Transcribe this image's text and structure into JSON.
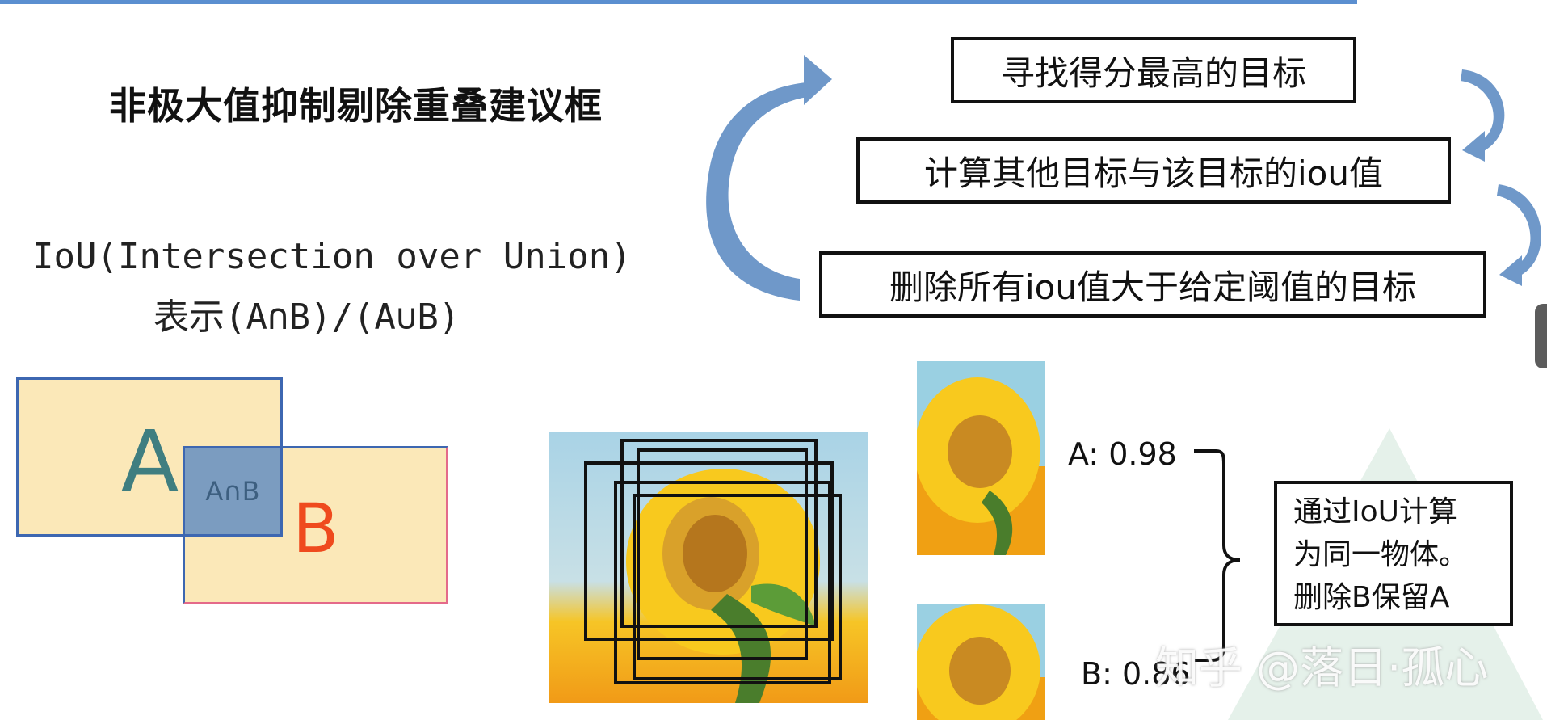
{
  "title": "非极大值抑制剔除重叠建议框",
  "iou": {
    "line1": "IoU(Intersection over Union)",
    "line2": "表示(A∩B)/(A∪B)"
  },
  "steps": [
    "寻找得分最高的目标",
    "计算其他目标与该目标的iou值",
    "删除所有iou值大于给定阈值的目标"
  ],
  "venn": {
    "a": "A",
    "b": "B",
    "intersection": "A∩B"
  },
  "scores": {
    "a": "A: 0.98",
    "b": "B: 0.86"
  },
  "result_lines": [
    "通过IoU计算",
    "为同一物体。",
    "删除B保留A"
  ],
  "watermark": "知乎 @落日·孤心",
  "colors": {
    "accent_line": "#5b8fd0",
    "arrow": "#6f98c9",
    "rect_fill": "#fbe8b8",
    "rect_border": "#3d67b1",
    "intersection_fill": "#7b9cc0",
    "label_a": "#3f7e80",
    "label_b": "#ef4a1d"
  }
}
